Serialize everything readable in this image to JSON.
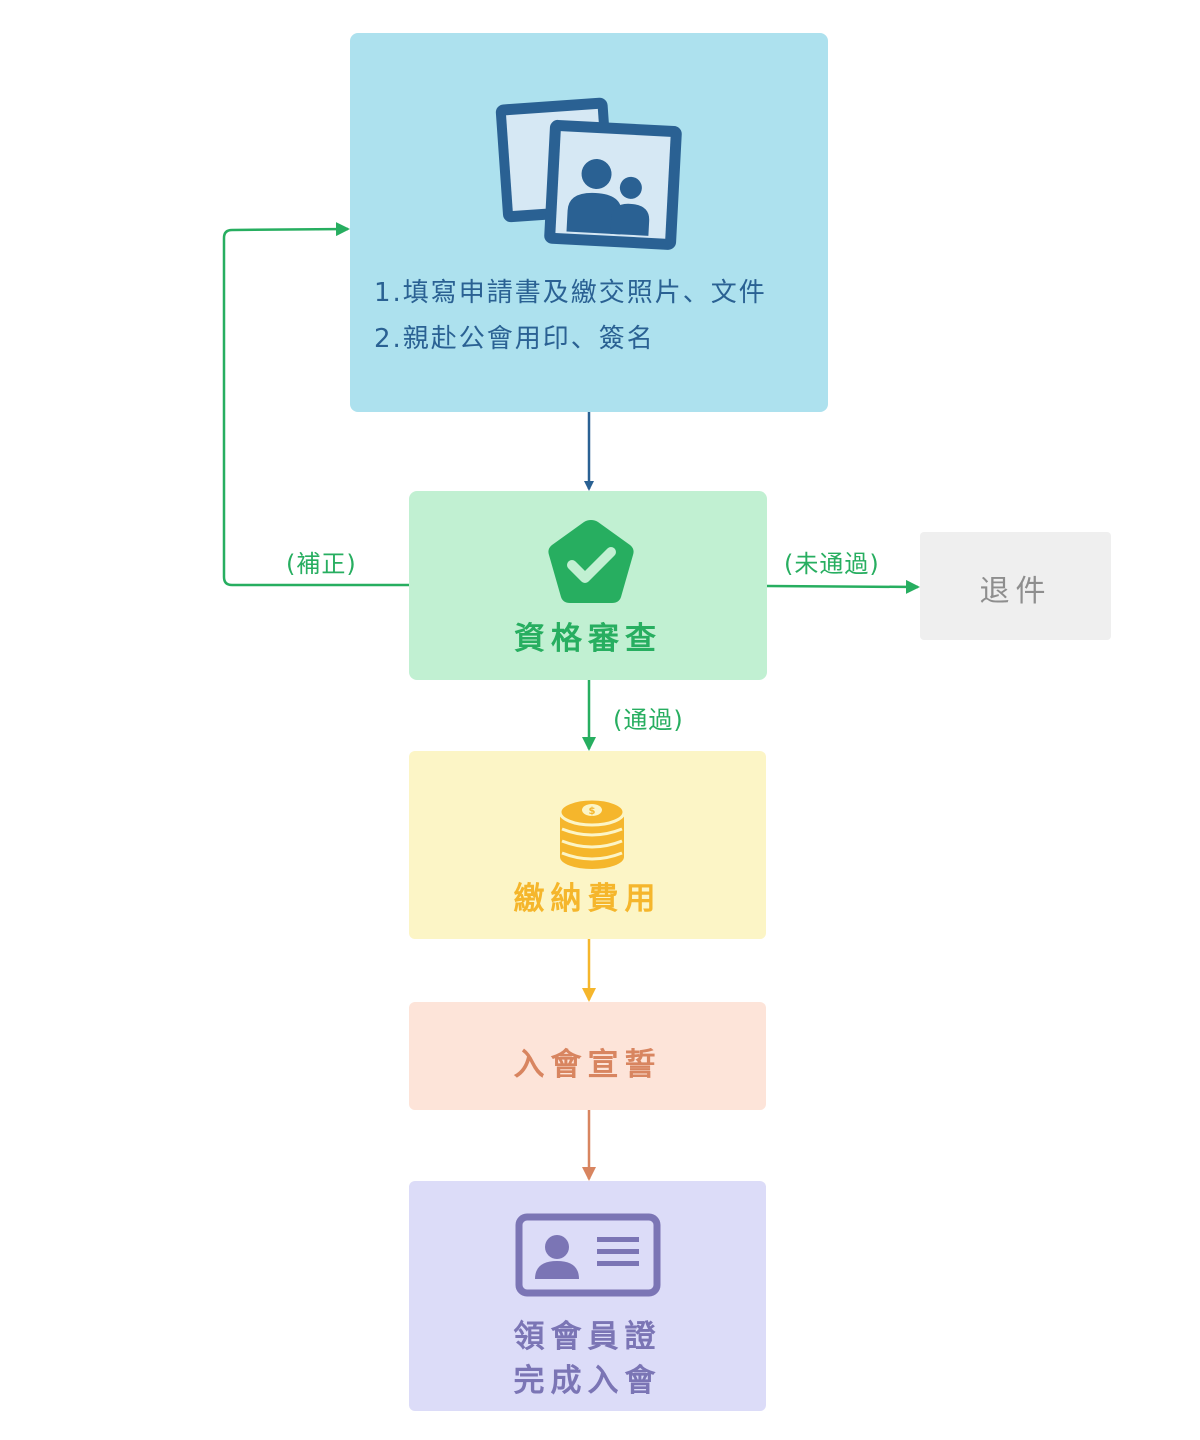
{
  "nodes": {
    "apply": {
      "line1": "1.填寫申請書及繳交照片、文件",
      "line2": "2.親赴公會用印、簽名",
      "icon": "photos-icon",
      "color": "#ade1ee"
    },
    "review": {
      "title": "資格審查",
      "icon": "check-shield-icon",
      "color": "#c1f0d2"
    },
    "reject": {
      "label": "退件",
      "color": "#efefef"
    },
    "pay": {
      "title": "繳納費用",
      "icon": "coins-icon",
      "color": "#fcf5c6"
    },
    "oath": {
      "title": "入會宣誓",
      "color": "#fde4d9"
    },
    "card": {
      "title_line1": "領會員證",
      "title_line2": "完成入會",
      "icon": "id-card-icon",
      "color": "#dcdcf8"
    }
  },
  "edges": {
    "correction": "(補正)",
    "failed": "(未通過)",
    "passed": "(通過)"
  }
}
